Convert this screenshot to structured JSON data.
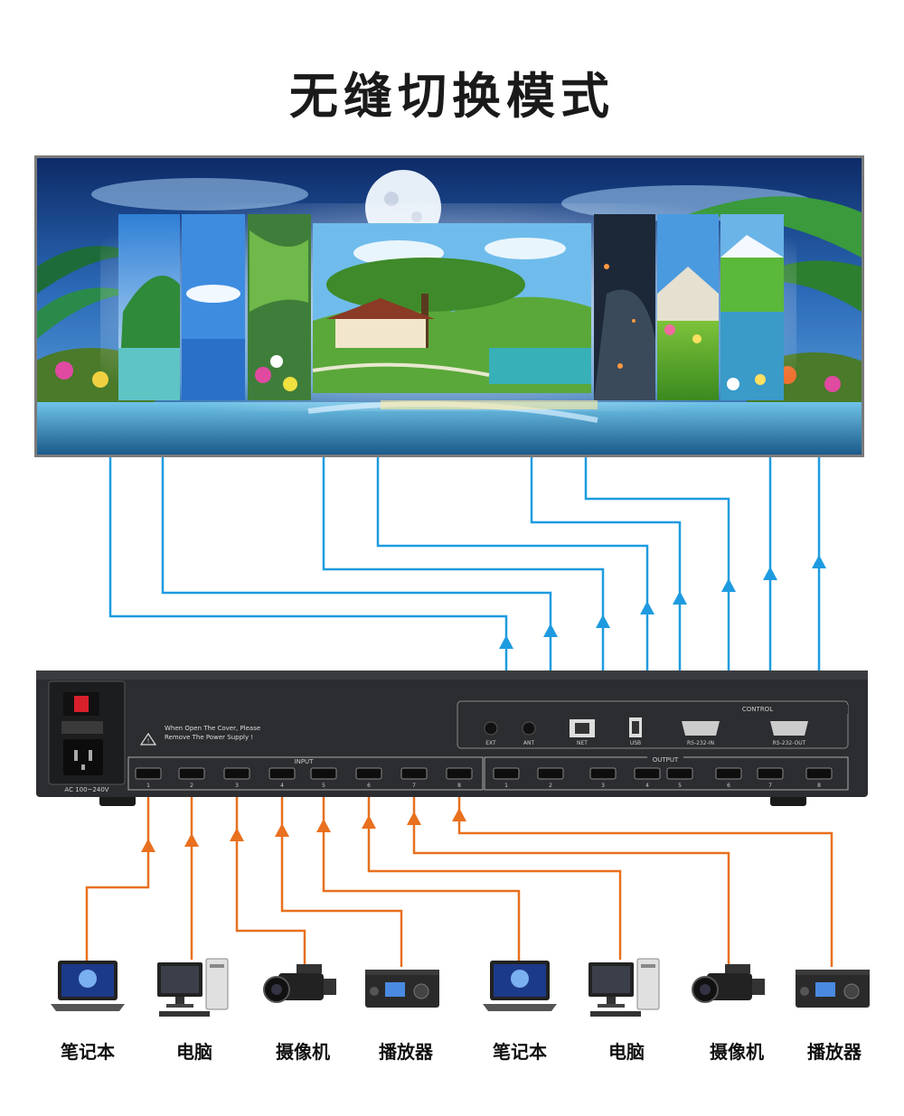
{
  "title": "无缝切换模式",
  "device": {
    "warning_line1": "When Open The Cover, Please",
    "warning_line2": "Remove The Power Supply !",
    "power_rating": "AC 100~240V",
    "input_label": "INPUT",
    "output_label": "OUTPUT",
    "control_label": "CONTROL",
    "ports": {
      "ext": "EXT",
      "ant": "ANT",
      "net": "NET",
      "usb": "USB",
      "rs232_in": "RS-232-IN",
      "rs232_out": "RS-232-OUT"
    },
    "input_numbers": [
      "1",
      "2",
      "3",
      "4",
      "5",
      "6",
      "7",
      "8"
    ],
    "output_numbers": [
      "1",
      "2",
      "3",
      "4",
      "5",
      "6",
      "7",
      "8"
    ]
  },
  "sources": [
    {
      "label": "笔记本",
      "icon": "laptop-icon"
    },
    {
      "label": "电脑",
      "icon": "desktop-computer-icon"
    },
    {
      "label": "摄像机",
      "icon": "video-camera-icon"
    },
    {
      "label": "播放器",
      "icon": "media-player-icon"
    },
    {
      "label": "笔记本",
      "icon": "laptop-icon"
    },
    {
      "label": "电脑",
      "icon": "desktop-computer-icon"
    },
    {
      "label": "摄像机",
      "icon": "video-camera-icon"
    },
    {
      "label": "播放器",
      "icon": "media-player-icon"
    }
  ],
  "colors": {
    "output_line": "#1e9be0",
    "input_line": "#e8701e",
    "device_body": "#2b2d30"
  }
}
